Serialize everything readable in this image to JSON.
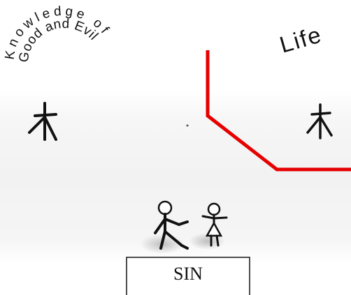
{
  "labels": {
    "tree_knowledge_line1": "Knowledge of",
    "tree_knowledge_line2": "Good and Evil",
    "tree_life": "Life",
    "sin_box": "SIN"
  },
  "colors": {
    "path": "#e60000",
    "ink": "#111111"
  },
  "icons": {
    "left_tree": "stick-tree-icon",
    "right_tree": "stick-tree-icon",
    "man": "stick-man-icon",
    "woman": "stick-woman-icon"
  }
}
